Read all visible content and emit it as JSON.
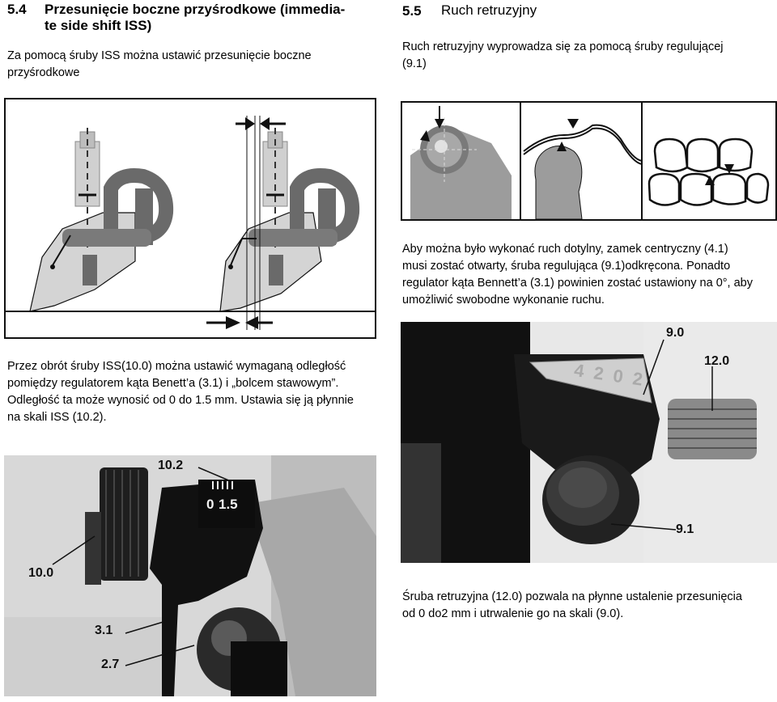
{
  "left": {
    "heading_number": "5.4",
    "heading_line1": "Przesunięcie boczne przyśrodkowe (immedia-",
    "heading_line2": "te side shift ISS)",
    "intro_line1": "Za pomocą śruby ISS można ustawić przesunięcie boczne",
    "intro_line2": "przyśrodkowe",
    "para_lines": [
      "Przez obrót śruby ISS(10.0) można ustawić wymaganą odległość",
      "pomiędzy regulatorem kąta Benett’a (3.1) i „bolcem stawowym”.",
      "Odległość ta może wynosić od 0 do 1.5 mm. Ustawia się ją płynnie",
      "na skali ISS (10.2)."
    ],
    "photo_labels": {
      "scale_ref": "10.2",
      "scale_0": "0",
      "scale_15": "1.5",
      "screw": "10.0",
      "bennett": "3.1",
      "pin": "2.7"
    }
  },
  "right": {
    "heading_number": "5.5",
    "heading_title": "Ruch retruzyjny",
    "intro_line1": "Ruch retruzyjny wyprowadza się za pomocą śruby regulującej",
    "intro_line2": "(9.1)",
    "para_lines": [
      "Aby można było wykonać ruch dotylny, zamek centryczny (4.1)",
      "musi zostać otwarty, śruba regulująca (9.1)odkręcona. Ponadto",
      "regulator kąta Bennett’a (3.1) powinien zostać ustawiony na 0°, aby",
      "umożliwić swobodne wykonanie ruchu."
    ],
    "caption_lines": [
      "Śruba retruzyjna (12.0) pozwala na płynne ustalenie przesunięcia",
      "od 0 do2 mm i utrwalenie go na skali (9.0)."
    ],
    "photo_labels": {
      "scale_ref": "9.0",
      "retrusion_screw": "12.0",
      "adjust_screw": "9.1",
      "scale_digits": "4 2 0 2"
    }
  },
  "colors": {
    "text": "#000000",
    "frame": "#111111",
    "dark_gray": "#6a6a6a",
    "mid_gray": "#9c9c9c",
    "light_gray": "#cfcfcf"
  }
}
